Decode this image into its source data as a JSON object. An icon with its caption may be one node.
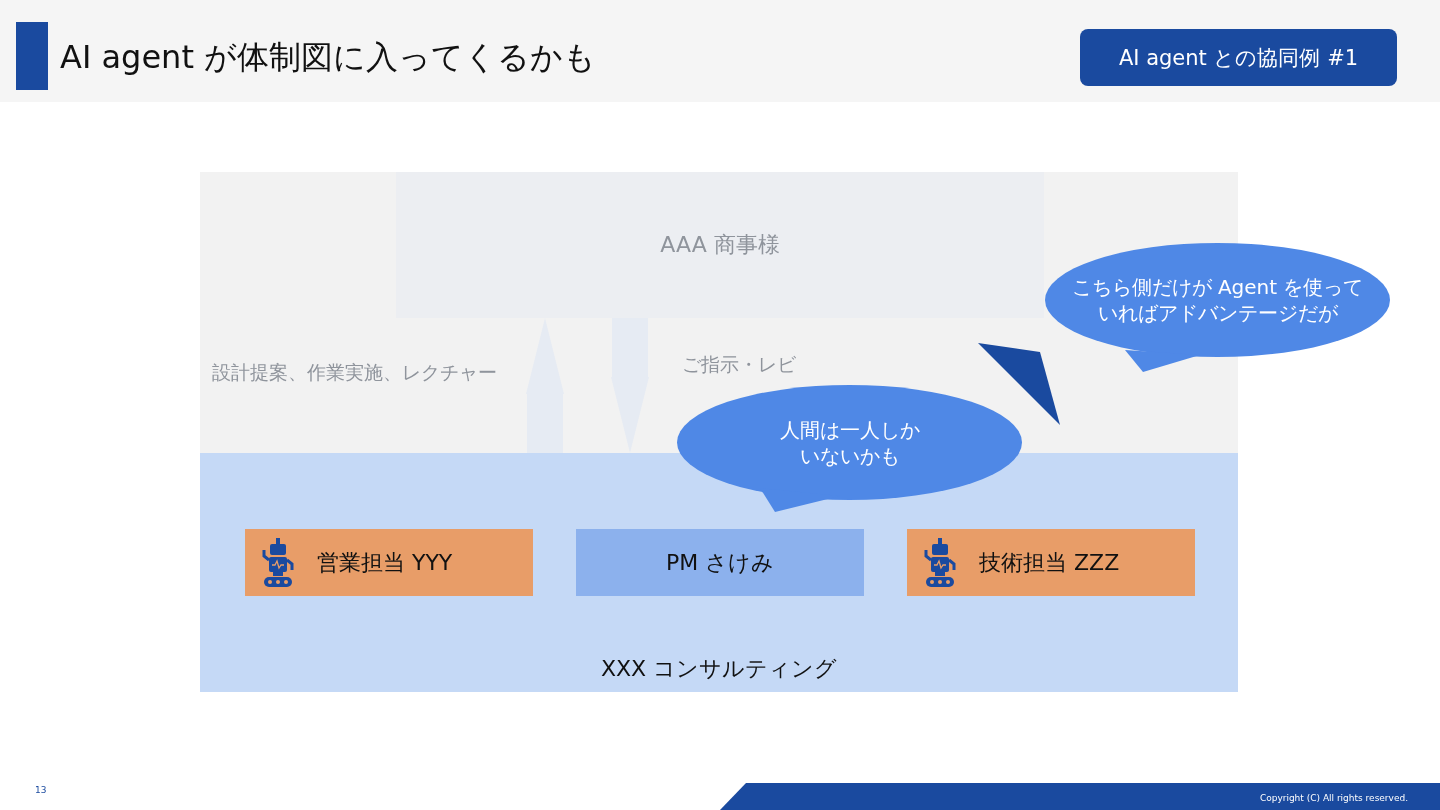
{
  "diagram": {
    "title": "AI agent が体制図に入ってくるかも",
    "nodes": [
      {
        "text": [
          "AI agent との協同例 #1"
        ]
      },
      {
        "text": [
          "AAA 商事様"
        ]
      },
      {
        "text": [
          "こちら側だけが Agent を使っていればアドバンテージだが"
        ]
      },
      {
        "text": [
          "人間は一人しかいないかも"
        ]
      },
      {
        "text": [
          "XXX コンサルティング"
        ]
      },
      {
        "text": [
          "営業担当 YYY"
        ],
        "in": 4
      },
      {
        "text": [
          "PM さけみ"
        ],
        "in": 4
      },
      {
        "text": [
          "技術担当 ZZZ"
        ],
        "in": 4
      },
      {
        "text": [],
        "shape": "triangle"
      }
    ],
    "edges": [
      {
        "from": 4,
        "to": 1,
        "arrow": "to",
        "label": "設計提案、作業実施、レクチャー"
      },
      {
        "from": 1,
        "to": 4,
        "arrow": "to",
        "label": "ご指示・レビ"
      }
    ],
    "labels": [
      "13",
      "Copyright (C) All rights reserved."
    ]
  }
}
